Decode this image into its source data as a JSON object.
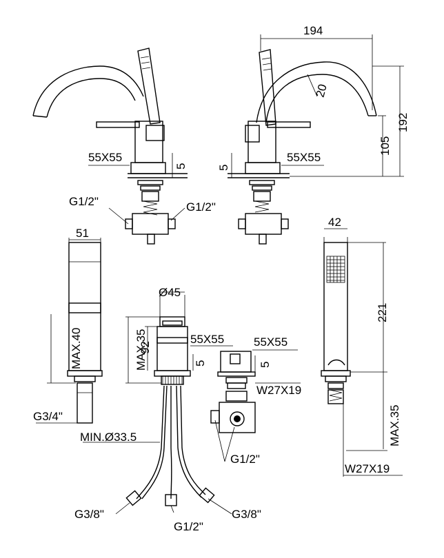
{
  "labels": {
    "top_left_55": "55X55",
    "top_left_5": "5",
    "top_left_g1": "G1/2\"",
    "top_left_g2": "G1/2\"",
    "top_right_194": "194",
    "top_right_20": "20",
    "top_right_105": "105",
    "top_right_192": "192",
    "top_right_55": "55X55",
    "top_right_5": "5",
    "mid_left_51": "51",
    "mid_left_max40": "MAX.40",
    "mid_left_g34": "G3/4\"",
    "mid_center_d45": "Ø45",
    "mid_center_max35": "MAX.35",
    "mid_center_92": "92",
    "mid_center_55": "55X55",
    "mid_center_5": "5",
    "mid_center_min": "MIN.Ø33.5",
    "mid_center_g38a": "G3/8\"",
    "mid_center_g12": "G1/2\"",
    "mid_center_g38b": "G3/8\"",
    "mid_right_55": "55X55",
    "mid_right_5": "5",
    "mid_right_w27": "W27X19",
    "mid_right_g12": "G1/2\"",
    "hand_42": "42",
    "hand_221": "221",
    "hand_max35": "MAX.35",
    "hand_w27": "W27X19"
  }
}
